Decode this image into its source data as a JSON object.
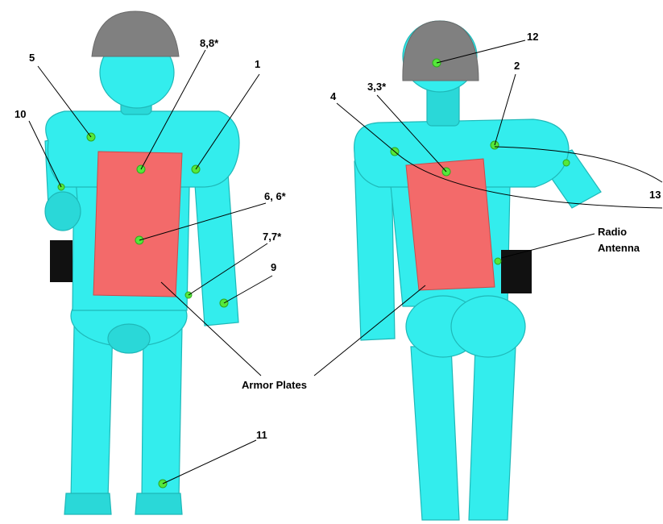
{
  "labels": {
    "l1": "1",
    "l2": "2",
    "l3": "3,3*",
    "l4": "4",
    "l5": "5",
    "l6": "6, 6*",
    "l7": "7,7*",
    "l8": "8,8*",
    "l9": "9",
    "l10": "10",
    "l11": "11",
    "l12": "12",
    "l13": "13",
    "armor": "Armor Plates",
    "radio_line1": "Radio",
    "radio_line2": "Antenna"
  },
  "colors": {
    "body": "#33eded",
    "helmet": "#808080",
    "armor_plate": "#f36a6a",
    "radio": "#111111",
    "sensor": "#55e83a"
  }
}
